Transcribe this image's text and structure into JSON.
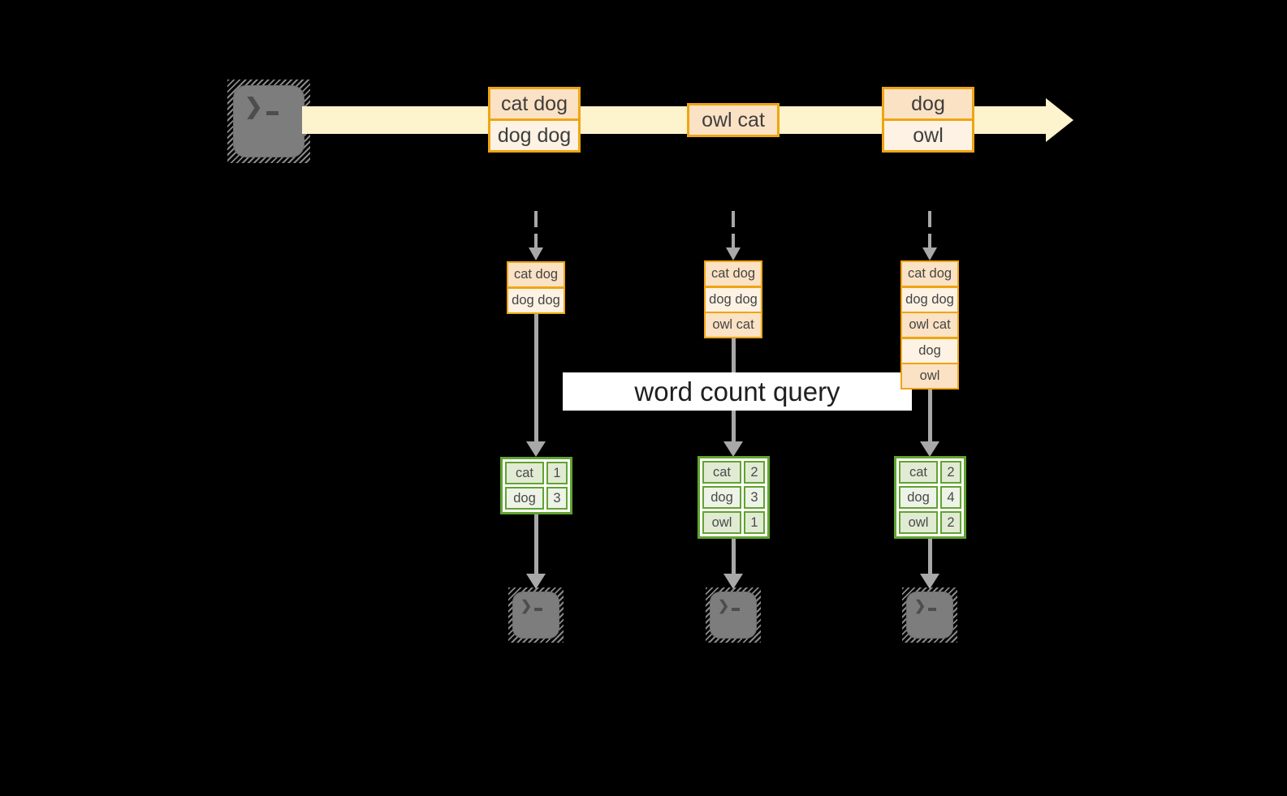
{
  "query_label": "word count query",
  "icons": {
    "terminal_prompt_icon": "❯"
  },
  "stream": {
    "batches": [
      {
        "items": [
          "cat dog",
          "dog dog"
        ]
      },
      {
        "items": [
          "owl cat"
        ]
      },
      {
        "items": [
          "dog",
          "owl"
        ]
      }
    ]
  },
  "pipelines": [
    {
      "buffer": [
        "cat dog",
        "dog dog"
      ],
      "counts": [
        {
          "word": "cat",
          "value": 1
        },
        {
          "word": "dog",
          "value": 3
        }
      ]
    },
    {
      "buffer": [
        "cat dog",
        "dog dog",
        "owl cat"
      ],
      "counts": [
        {
          "word": "cat",
          "value": 2
        },
        {
          "word": "dog",
          "value": 3
        },
        {
          "word": "owl",
          "value": 1
        }
      ]
    },
    {
      "buffer": [
        "cat dog",
        "dog dog",
        "owl cat",
        "dog",
        "owl"
      ],
      "counts": [
        {
          "word": "cat",
          "value": 2
        },
        {
          "word": "dog",
          "value": 4
        },
        {
          "word": "owl",
          "value": 2
        }
      ]
    }
  ],
  "colors": {
    "orange_border": "#efa511",
    "record_peach": "#fbe2c4",
    "record_cream": "#fdf2e3",
    "stream_band": "#fdf3cd",
    "green_border": "#61a331",
    "green_cell": "#e1ebd4",
    "green_cell_alt": "#edf3e6",
    "arrow_gray": "#a8a8a8",
    "terminal_gray": "#7d7d7d",
    "label_bg": "#ffffff",
    "label_text": "#1f1f1f"
  }
}
